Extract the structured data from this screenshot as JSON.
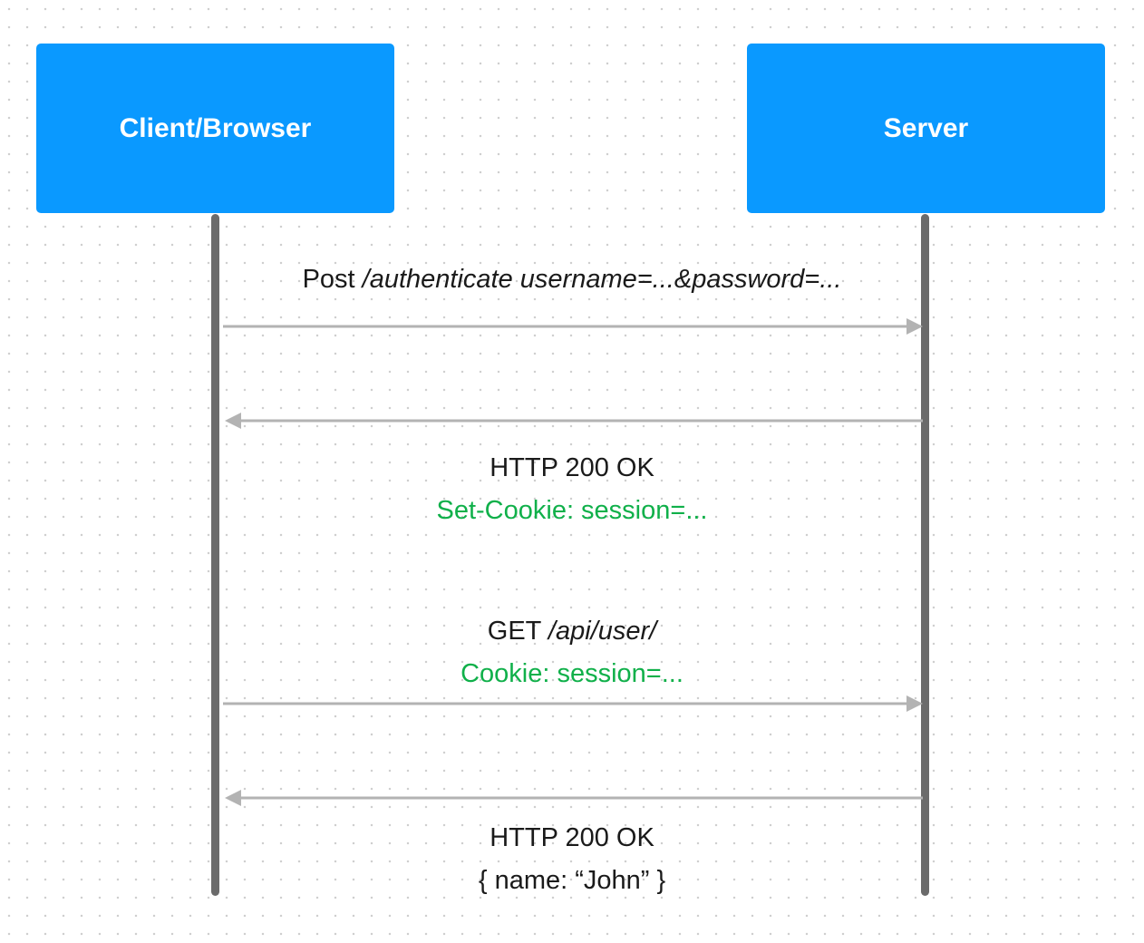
{
  "colors": {
    "actor_fill": "#0a99ff",
    "lifeline": "#6b6b6b",
    "arrow": "#b3b3b3",
    "text": "#1a1a1a",
    "cookie_text": "#10b04a"
  },
  "actors": {
    "client": "Client/Browser",
    "server": "Server"
  },
  "messages": [
    {
      "direction": "client-to-server",
      "method": "Post",
      "path": "/authenticate username=...&password=..."
    },
    {
      "direction": "server-to-client",
      "status": "HTTP 200 OK",
      "header": "Set-Cookie: session=..."
    },
    {
      "direction": "client-to-server",
      "method": "GET",
      "path": "/api/user/",
      "header": "Cookie: session=..."
    },
    {
      "direction": "server-to-client",
      "status": "HTTP 200 OK",
      "body": "{ name: “John” }"
    }
  ]
}
